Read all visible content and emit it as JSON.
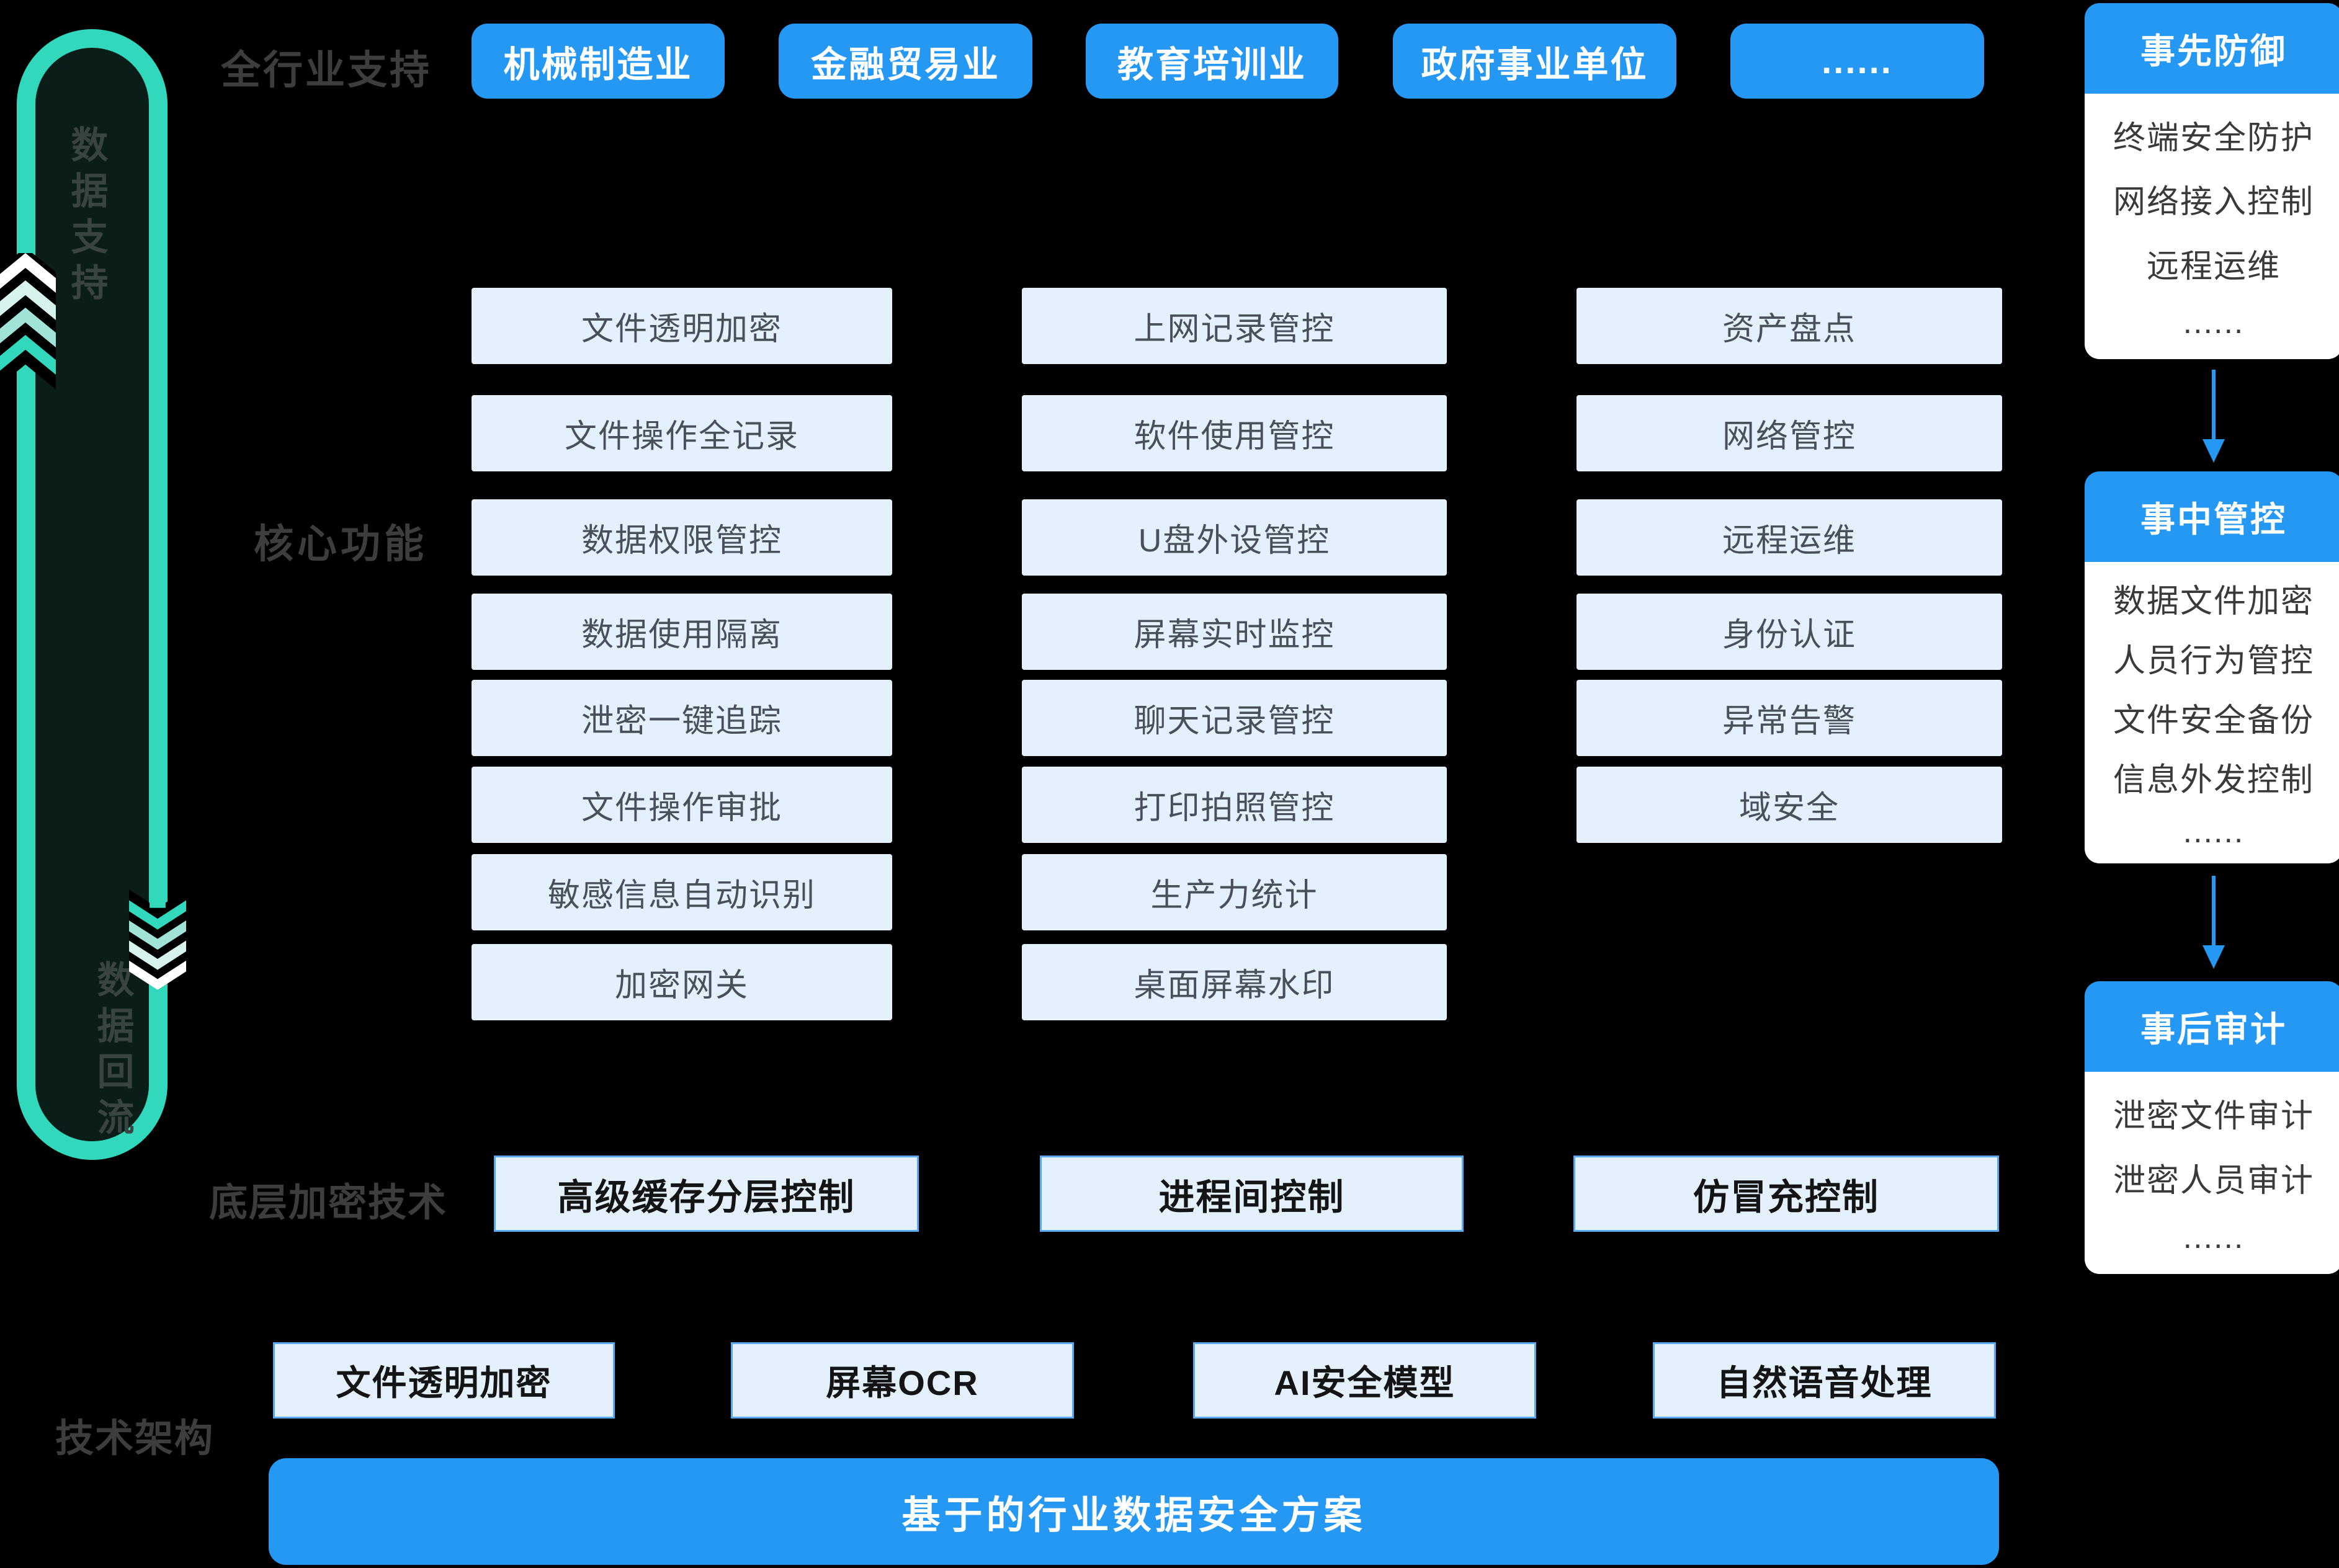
{
  "palette": {
    "background": "#000000",
    "blue": "#2598f3",
    "pale_box_bg": "#e4f1fd",
    "pale_box_text": "#49505a",
    "tech_box_border": "#5aaaf3",
    "teal": "#31d8bc",
    "teal_mid": "#a2e3d7",
    "teal_pale": "#d6f3ee",
    "loop_inner": "#0b1d18",
    "label_text": "#3d3d3d",
    "panel_body_bg": "#ffffff",
    "panel_body_text": "#3a3a3a"
  },
  "left_loop": {
    "top_label": "数据支持",
    "bottom_label": "数据回流"
  },
  "industries": {
    "label": "全行业支持",
    "items": [
      "机械制造业",
      "金融贸易业",
      "教育培训业",
      "政府事业单位",
      "......"
    ]
  },
  "core_functions": {
    "label": "核心功能",
    "columns": [
      [
        "文件透明加密",
        "文件操作全记录",
        "数据权限管控",
        "数据使用隔离",
        "泄密一键追踪",
        "文件操作审批",
        "敏感信息自动识别",
        "加密网关"
      ],
      [
        "上网记录管控",
        "软件使用管控",
        "U盘外设管控",
        "屏幕实时监控",
        "聊天记录管控",
        "打印拍照管控",
        "生产力统计",
        "桌面屏幕水印"
      ],
      [
        "资产盘点",
        "网络管控",
        "远程运维",
        "身份认证",
        "异常告警",
        "域安全"
      ]
    ]
  },
  "encryption_tech": {
    "label": "底层加密技术",
    "items": [
      "高级缓存分层控制",
      "进程间控制",
      "仿冒充控制"
    ]
  },
  "architecture": {
    "label": "技术架构",
    "items": [
      "文件透明加密",
      "屏幕OCR",
      "AI安全模型",
      "自然语音处理"
    ],
    "banner": "基于的行业数据安全方案"
  },
  "process_panels": [
    {
      "title": "事先防御",
      "items": [
        "终端安全防护",
        "网络接入控制",
        "远程运维",
        "......"
      ]
    },
    {
      "title": "事中管控",
      "items": [
        "数据文件加密",
        "人员行为管控",
        "文件安全备份",
        "信息外发控制",
        "......"
      ]
    },
    {
      "title": "事后审计",
      "items": [
        "泄密文件审计",
        "泄密人员审计",
        "......"
      ]
    }
  ]
}
